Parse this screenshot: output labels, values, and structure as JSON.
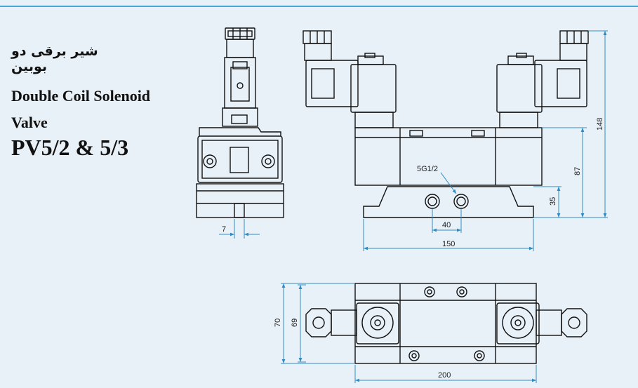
{
  "title": {
    "persian": "شیر برقی دو بوبین",
    "english": "Double Coil Solenoid Valve",
    "model": "PV5/2 & 5/3"
  },
  "dimensions": {
    "side_slot": "7",
    "port_label": "5G1/2",
    "port_spacing": "40",
    "base_length": "150",
    "port_height": "35",
    "body_height": "87",
    "total_height": "148",
    "top_width_outer": "70",
    "top_width_inner": "69",
    "top_length": "200"
  },
  "colors": {
    "background": "#e9f1f8",
    "accent_line": "#4aa6d8",
    "dimension": "#2f8bc5",
    "outline": "#111111"
  }
}
